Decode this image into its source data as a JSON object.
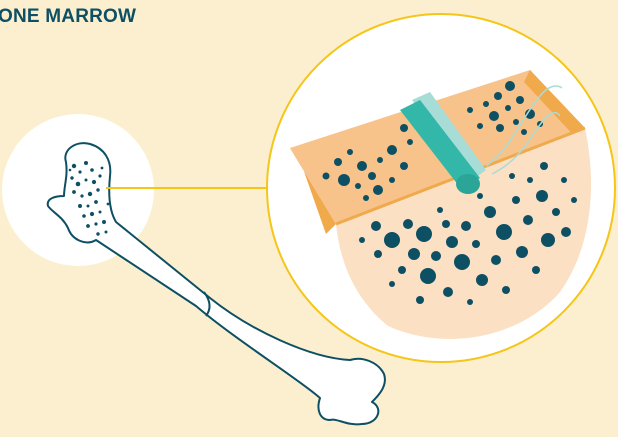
{
  "title": "ONE MARROW",
  "colors": {
    "background": "#fbefcf",
    "title": "#0d5064",
    "outline": "#0d5064",
    "dots": "#0d5064",
    "connector": "#f5c518",
    "bone_top": "#f7c38b",
    "bone_side": "#f0a94b",
    "marrow": "#fbe0c3",
    "needle": "#33b7a8",
    "needle_light": "#a8dcd6"
  },
  "icons": [
    "femur-bone",
    "marrow-cross-section",
    "biopsy-needle"
  ]
}
